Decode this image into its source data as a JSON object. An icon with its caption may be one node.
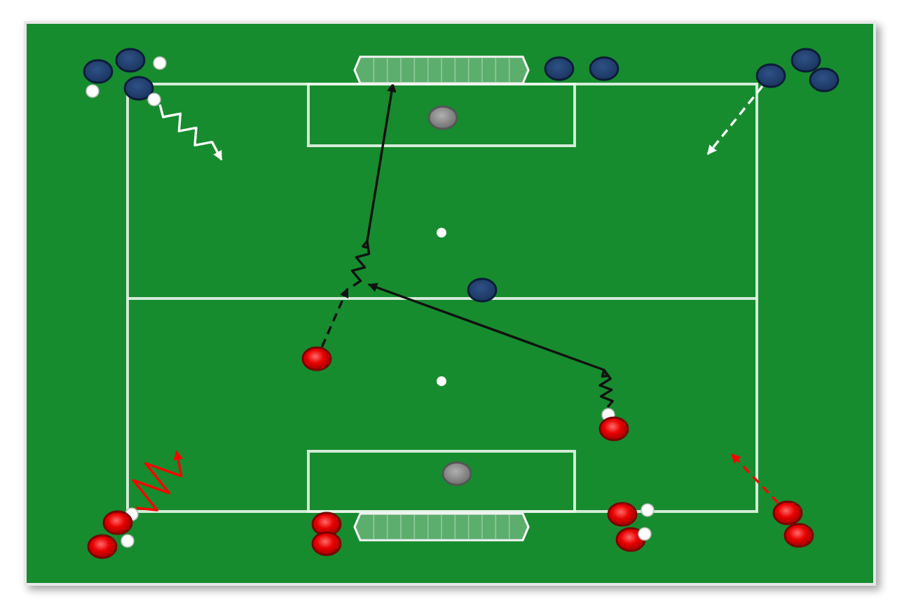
{
  "diagram": {
    "nodes": [
      {
        "text": [],
        "shape": "circle"
      },
      {
        "text": [],
        "shape": "circle"
      },
      {
        "text": [],
        "shape": "circle"
      },
      {
        "text": [],
        "shape": "circle"
      },
      {
        "text": [],
        "shape": "circle"
      },
      {
        "text": [],
        "shape": "circle"
      },
      {
        "text": [],
        "shape": "picture"
      },
      {
        "text": [],
        "shape": "circle"
      },
      {
        "text": [],
        "shape": "circle"
      },
      {
        "text": [],
        "shape": "circle"
      },
      {
        "text": [],
        "shape": "circle"
      },
      {
        "text": [],
        "shape": "circle"
      },
      {
        "text": [],
        "shape": "circle"
      },
      {
        "text": [],
        "shape": "circle"
      },
      {
        "text": [],
        "shape": "circle"
      },
      {
        "text": [],
        "shape": "circle"
      },
      {
        "text": [],
        "shape": "circle"
      },
      {
        "text": [],
        "shape": "circle"
      },
      {
        "text": [],
        "shape": "circle"
      },
      {
        "text": [],
        "shape": "circle"
      },
      {
        "text": [],
        "shape": "circle"
      },
      {
        "text": [],
        "shape": "circle"
      },
      {
        "text": [],
        "shape": "circle"
      },
      {
        "text": [],
        "shape": "circle"
      },
      {
        "text": [],
        "shape": "picture"
      },
      {
        "text": [],
        "shape": "circle"
      },
      {
        "text": [],
        "shape": "circle"
      },
      {
        "text": [],
        "shape": "circle"
      },
      {
        "text": [],
        "shape": "circle"
      },
      {
        "text": [],
        "shape": "circle"
      },
      {
        "text": [],
        "shape": "circle"
      }
    ],
    "edges": [
      {
        "from": 5,
        "to": null,
        "arrow": "to",
        "color": "#ffffff"
      },
      {
        "from": 9,
        "to": null,
        "arrow": "to",
        "style": "dashed",
        "color": "#ffffff"
      },
      {
        "from": 14,
        "to": null,
        "arrow": "to",
        "style": "dashed"
      },
      {
        "from": null,
        "to": 6,
        "arrow": "to"
      },
      {
        "from": 15,
        "to": null,
        "arrow": "to"
      },
      {
        "from": 18,
        "to": null,
        "arrow": "to",
        "color": "#ff0000"
      },
      {
        "from": 29,
        "to": null,
        "arrow": "to",
        "style": "dashed",
        "color": "#ff0000"
      }
    ]
  }
}
